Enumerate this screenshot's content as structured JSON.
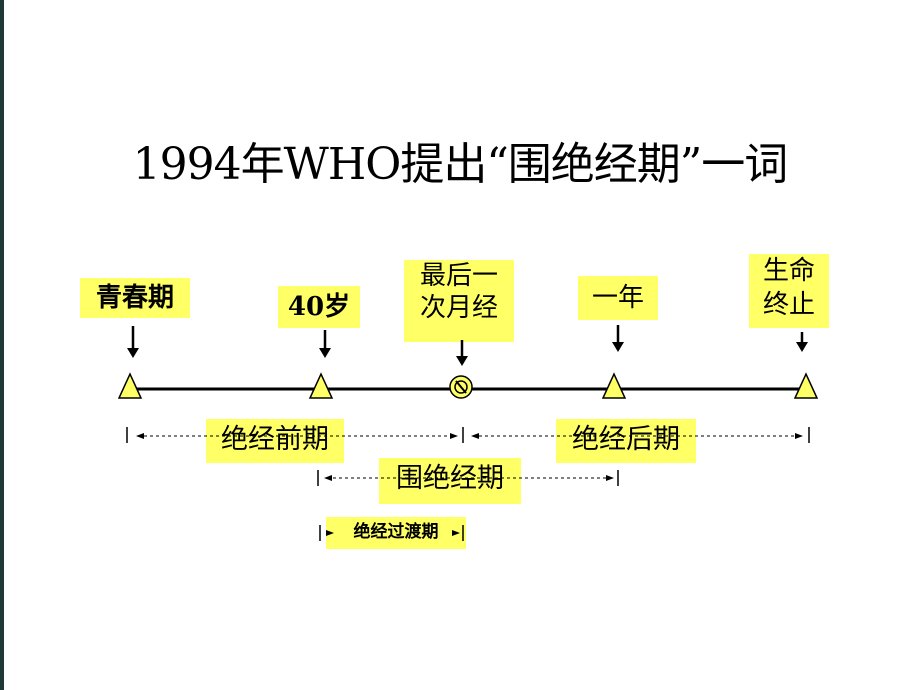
{
  "title": "1994年WHO提出“围绝经期”一词",
  "milestones": [
    {
      "label": "青春期",
      "marker": "triangle"
    },
    {
      "label": "40岁",
      "marker": "triangle"
    },
    {
      "label": "最后一\n次月经",
      "marker": "prohibited-circle"
    },
    {
      "label": "一年",
      "marker": "triangle"
    },
    {
      "label": "生命\n终止",
      "marker": "triangle"
    }
  ],
  "periods": {
    "premenopause": "绝经前期",
    "postmenopause": "绝经后期",
    "perimenopause": "围绝经期",
    "transition": "绝经过渡期"
  },
  "colors": {
    "label_background": "#ffff66",
    "marker_fill": "#ffff66",
    "line": "#000000"
  }
}
